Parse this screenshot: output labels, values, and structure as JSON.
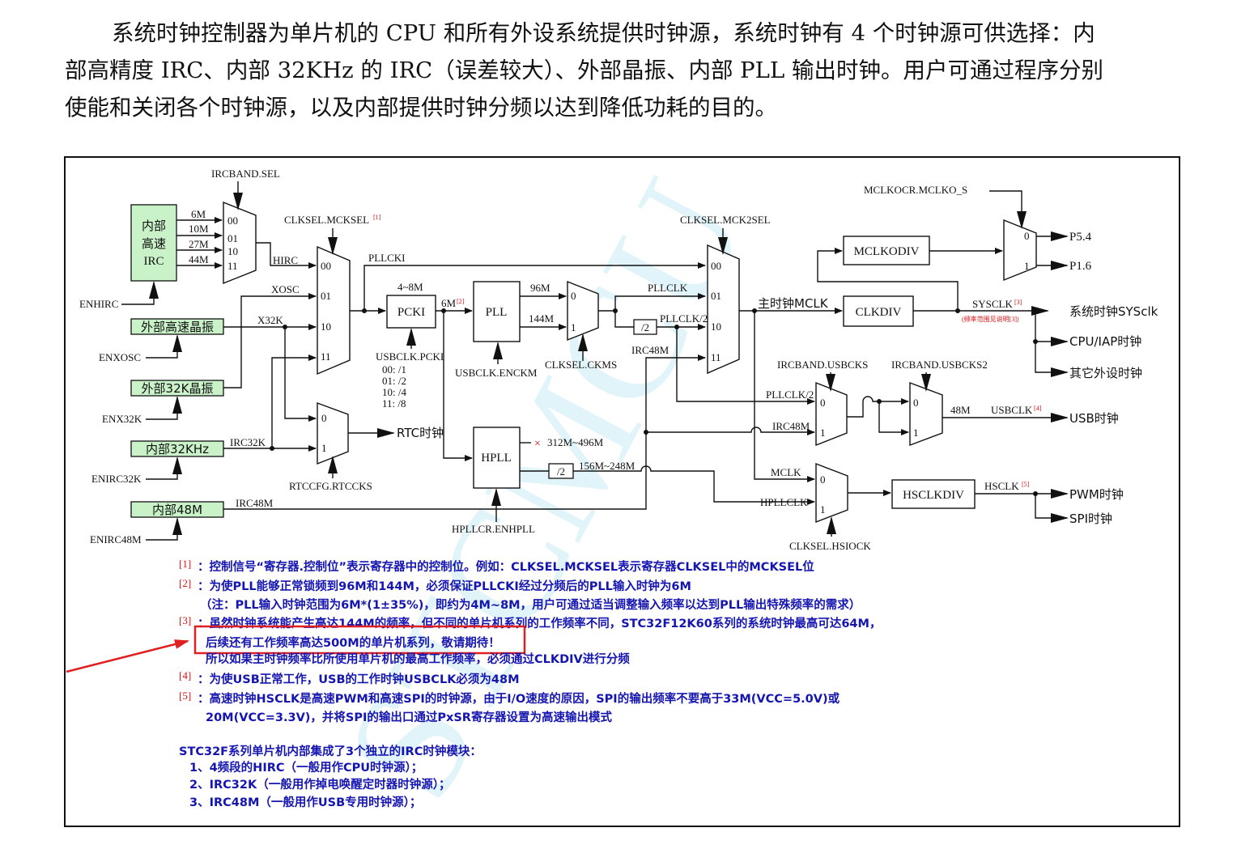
{
  "intro": {
    "line1": "系统时钟控制器为单片机的 CPU 和所有外设系统提供时钟源，系统时钟有 4 个时钟源可供选择：内",
    "line2": "部高精度 IRC、内部 32KHz 的 IRC（误差较大）、外部晶振、内部 PLL 输出时钟。用户可通过程序分别",
    "line3": "使能和关闭各个时钟源，以及内部提供时钟分频以达到降低功耗的目的。"
  },
  "sources": {
    "irc_box": [
      "内部",
      "高速",
      "IRC"
    ],
    "xosc_box": "外部高速晶振",
    "x32k_box": "外部32K晶振",
    "irc32k_box": "内部32KHz",
    "irc48m_box": "内部48M",
    "enhirc": "ENHIRC",
    "enxosc": "ENXOSC",
    "enx32k": "ENX32K",
    "enirc32k": "ENIRC32K",
    "enirc48m": "ENIRC48M"
  },
  "irc_mux": {
    "select": "IRCBAND.SEL",
    "freqs": [
      "6M",
      "10M",
      "27M",
      "44M"
    ],
    "ports": [
      "00",
      "01",
      "10",
      "11"
    ],
    "output": "HIRC"
  },
  "main_mux": {
    "select": "CLKSEL.MCKSEL",
    "select_ref": "[1]",
    "ports": [
      "00",
      "01",
      "10",
      "11"
    ],
    "inputs": [
      "XOSC",
      "X32K"
    ],
    "output": "PLLCKI"
  },
  "pcki": {
    "range": "4~8M",
    "label": "PCKI",
    "out": "6M",
    "out_ref": "[2]",
    "control": "USBCLK.PCKI",
    "dividers": [
      "00:  /1",
      "01:  /2",
      "10:  /4",
      "11:  /8"
    ]
  },
  "pll": {
    "label": "PLL",
    "out1": "96M",
    "out2": "144M",
    "control": "USBCLK.ENCKM",
    "ckms": "CLKSEL.CKMS",
    "ckms_ports": [
      "0",
      "1"
    ],
    "pllclk": "PLLCLK",
    "div2": "/2",
    "pllclk2": "PLLCLK/2"
  },
  "hpll": {
    "label": "HPLL",
    "range": "312M~496M",
    "div2": "/2",
    "out_range": "156M~248M",
    "control": "HPLLCR.ENHPLL"
  },
  "rtc": {
    "ports": [
      "0",
      "1"
    ],
    "label": "IRC32K",
    "output": "RTC时钟",
    "control": "RTCCFG.RTCCKS"
  },
  "irc48m_line": "IRC48M",
  "mck2_mux": {
    "select": "CLKSEL.MCK2SEL",
    "ports": [
      "00",
      "01",
      "10",
      "11"
    ],
    "irc48m": "IRC48M"
  },
  "mclk": {
    "label": "主时钟MCLK",
    "clkdiv": "CLKDIV",
    "mclkodiv": "MCLKODIV",
    "mclko_sel": "MCLKOCR.MCLKO_S",
    "mclko_ports": [
      "0",
      "1"
    ],
    "p54": "P5.4",
    "p16": "P1.6"
  },
  "sysclk": {
    "label": "SYSCLK",
    "ref": "[3]",
    "note": "(频率范围见说明[3])",
    "outputs": [
      "系统时钟SYSclk",
      "CPU/IAP时钟",
      "其它外设时钟"
    ]
  },
  "usb": {
    "sel1": "IRCBAND.USBCKS",
    "sel2": "IRCBAND.USBCKS2",
    "in1": "PLLCLK/2",
    "in2": "IRC48M",
    "ports1": [
      "0",
      "1"
    ],
    "ports2": [
      "0",
      "1"
    ],
    "freq": "48M",
    "label": "USBCLK",
    "ref": "[4]",
    "output": "USB时钟"
  },
  "hs": {
    "in1": "MCLK",
    "in2": "HPLLCLK",
    "ports": [
      "0",
      "1"
    ],
    "select": "CLKSEL.HSIOCK",
    "div": "HSCLKDIV",
    "label": "HSCLK",
    "ref": "[5]",
    "outputs": [
      "PWM时钟",
      "SPI时钟"
    ]
  },
  "watermark": "STCMCU",
  "notes": [
    {
      "ref": "[1]",
      "text": "：控制信号“寄存器.控制位”表示寄存器中的控制位。例如：CLKSEL.MCKSEL表示寄存器CLKSEL中的MCKSEL位"
    },
    {
      "ref": "[2]",
      "text": "：为使PLL能够正常锁频到96M和144M，必须保证PLLCKI经过分频后的PLL输入时钟为6M"
    },
    {
      "ref": "",
      "text": "（注：PLL输入时钟范围为6M*(1±35%)，即约为4M~8M，用户可通过适当调整输入频率以达到PLL输出特殊频率的需求）"
    },
    {
      "ref": "[3]",
      "text": "：虽然时钟系统能产生高达144M的频率，但不同的单片机系列的工作频率不同，STC32F12K60系列的系统时钟最高可达64M，"
    },
    {
      "ref": "",
      "text": "后续还有工作频率高达500M的单片机系列，敬请期待！"
    },
    {
      "ref": "",
      "text": "所以如果主时钟频率比所使用单片机的最高工作频率，必须通过CLKDIV进行分频"
    },
    {
      "ref": "[4]",
      "text": "：为使USB正常工作，USB的工作时钟USBCLK必须为48M"
    },
    {
      "ref": "[5]",
      "text": "：高速时钟HSCLK是高速PWM和高速SPI的时钟源，由于I/O速度的原因，SPI的输出频率不要高于33M(VCC=5.0V)或"
    },
    {
      "ref": "",
      "text": "20M(VCC=3.3V)，并将SPI的输出口通过PxSR寄存器设置为高速输出模式"
    }
  ],
  "irc_summary": {
    "title": "STC32F系列单片机内部集成了3个独立的IRC时钟模块：",
    "items": [
      "1、4频段的HIRC（一般用作CPU时钟源）；",
      "2、IRC32K（一般用作掉电唤醒定时器时钟源）；",
      "3、IRC48M（一般用作USB专用时钟源）；"
    ]
  },
  "colors": {
    "source_box": "#c9f2c9",
    "note_text": "#1515b0",
    "ref_red": "#d11111",
    "watermark": "#c8ecf6"
  }
}
